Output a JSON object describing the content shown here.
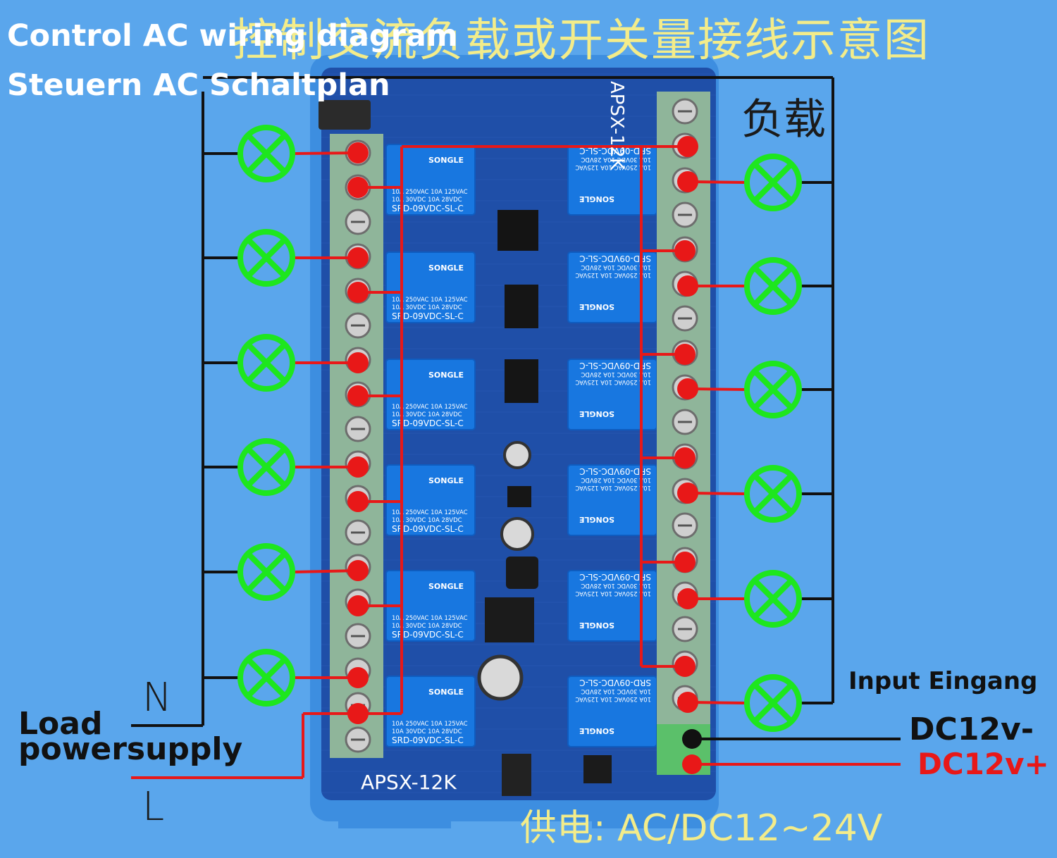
{
  "title_en": "Control AC wiring diagram",
  "title_de": "Steuern AC Schaltplan",
  "title_cn": "控制交流负载或开关量接线示意图",
  "load_cn": "负载",
  "label_n": "N",
  "label_l": "L",
  "load_supply_line1": "Load",
  "load_supply_line2": "powersupply",
  "input_label": "Input Eingang",
  "dc_negative": "DC12v-",
  "dc_positive": "DC12v+",
  "supply_cn": "供电: AC/DC12~24V",
  "board_model": "APSX-12K",
  "relay": {
    "brand": "SONGLE",
    "line1": "10A 250VAC  10A 125VAC",
    "line2": "10A  30VDC  10A  28VDC",
    "model": "SRD-09VDC-SL-C"
  },
  "colors": {
    "background": "#5aa6ec",
    "board": "#1f4fa8",
    "relay": "#1877e0",
    "terminal": "#8fb59a",
    "wire_red": "#e81818",
    "wire_black": "#111111",
    "lamp": "#1ee61e"
  }
}
